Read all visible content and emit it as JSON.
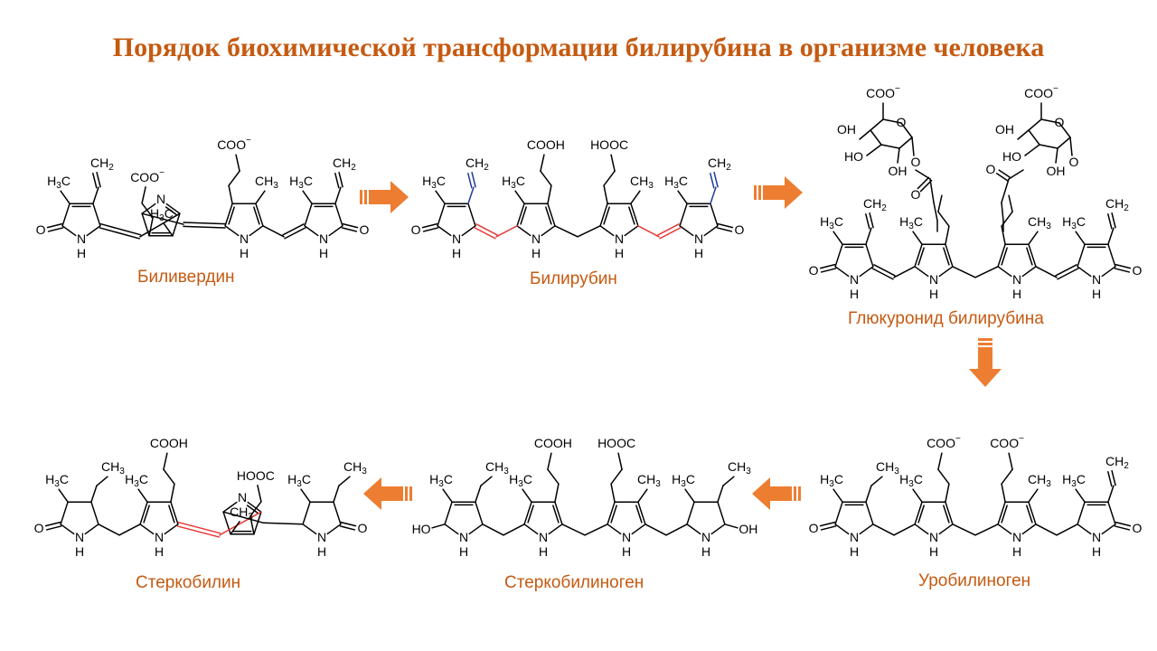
{
  "title": "Порядок биохимической трансформации билирубина в организме человека",
  "colors": {
    "title": "#C55A11",
    "label": "#C55A11",
    "arrow": "#ED7D31",
    "bond_red": "#E53935",
    "bond_blue": "#1F3B9C"
  },
  "compounds": [
    {
      "name": "Биливердин",
      "carboxyl": "COO",
      "charge": "−"
    },
    {
      "name": "Билирубин",
      "carboxyl": "HOOC",
      "carboxyl2": "COOH"
    },
    {
      "name": "Глюкуронид билирубина",
      "carboxyl": "COO",
      "charge": "−"
    },
    {
      "name": "Уробилиноген",
      "carboxyl": "COO",
      "charge": "−"
    },
    {
      "name": "Стеркобилиноген",
      "carboxyl": "HOOC",
      "carboxyl2": "COOH"
    },
    {
      "name": "Стеркобилин",
      "carboxyl": "HOOC",
      "carboxyl2": "COOH"
    }
  ],
  "atoms": {
    "N": "N",
    "H": "H",
    "O": "O",
    "OH": "OH",
    "HO": "HO",
    "C": "C",
    "CH": "CH",
    "H3C": "H",
    "sub2": "2",
    "sub3": "3"
  },
  "arrows": [
    "right",
    "right",
    "down",
    "left",
    "left"
  ]
}
